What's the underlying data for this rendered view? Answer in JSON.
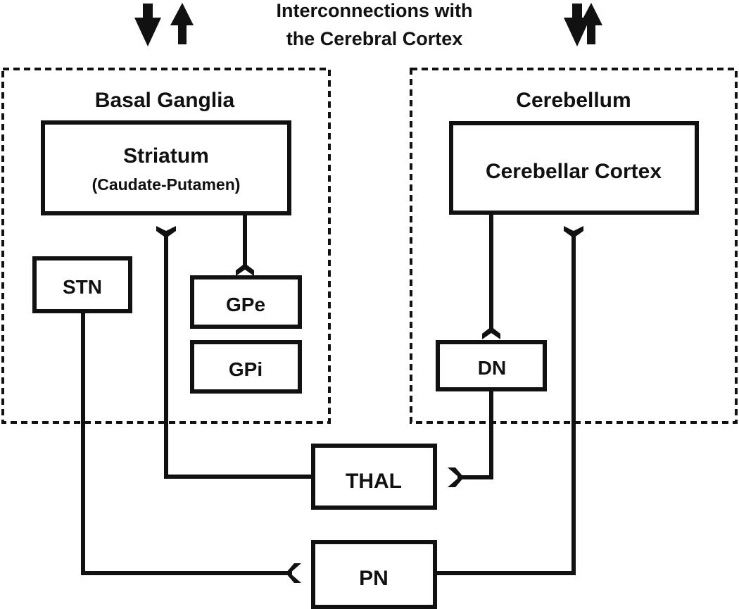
{
  "header": {
    "title_line1": "Interconnections with",
    "title_line2": "the Cerebral Cortex",
    "left_arrows": [
      "arrow-down",
      "arrow-up"
    ],
    "right_arrows": [
      "arrow-down",
      "arrow-up"
    ]
  },
  "regions": {
    "basal_ganglia": {
      "title": "Basal Ganglia",
      "striatum": {
        "title": "Striatum",
        "subtitle": "(Caudate-Putamen)"
      },
      "stn": "STN",
      "gpe": "GPe",
      "gpi": "GPi"
    },
    "cerebellum": {
      "title": "Cerebellum",
      "cortex": "Cerebellar Cortex",
      "dn": "DN"
    }
  },
  "shared_nodes": {
    "thal": "THAL",
    "pn": "PN"
  },
  "connections": [
    {
      "from": "Striatum",
      "to": "GPe",
      "terminal": "fork"
    },
    {
      "from": "THAL",
      "to": "Striatum",
      "terminal": "fork"
    },
    {
      "from": "Cerebellar Cortex",
      "to": "DN",
      "terminal": "fork"
    },
    {
      "from": "DN",
      "to": "THAL",
      "terminal": "fork"
    },
    {
      "from": "STN",
      "to": "PN",
      "terminal": "fork"
    },
    {
      "from": "PN",
      "to": "Cerebellar Cortex",
      "terminal": "fork"
    }
  ],
  "colors": {
    "ink": "#111111",
    "background": "#ffffff"
  }
}
